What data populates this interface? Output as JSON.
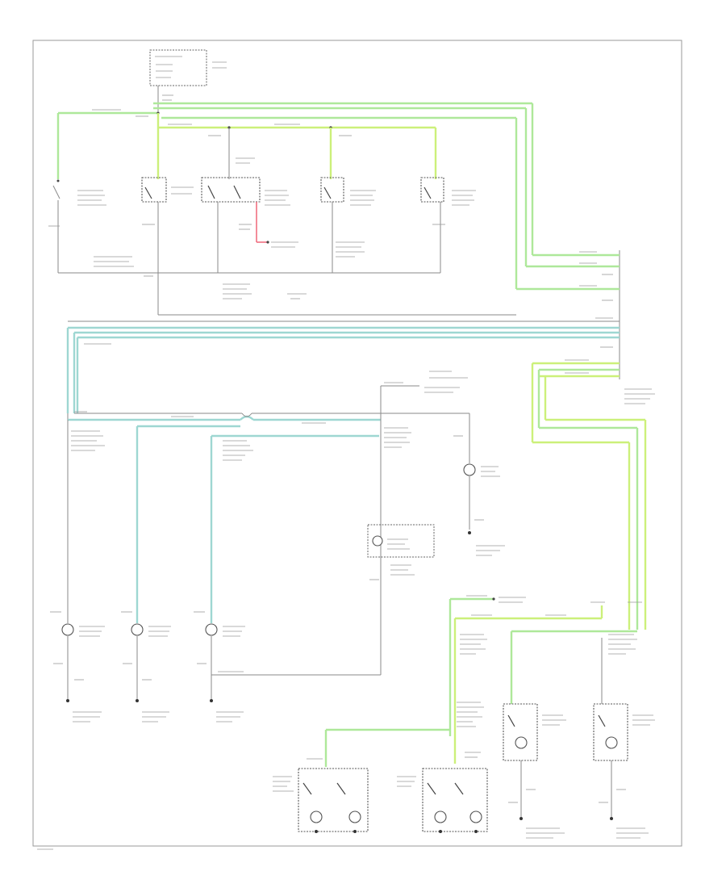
{
  "diagram": {
    "page_ref": "",
    "theme_colors": {
      "ltgreen_wire": "#aee89a",
      "ltgreen_yellow_wire": "#ccf07a",
      "ltblue_wire": "#9ed7d2",
      "red_wire": "#f07080",
      "ground_wire": "#8a8a8a"
    },
    "components": [
      "hot-at-all-times-fuse-block",
      "rh-front-door-switch",
      "rh-rear-door-switch",
      "driver-door-switch",
      "liftgate-switch",
      "lh-rear-door-switch",
      "lh-front-door-switch",
      "cargo-lamp",
      "dome-lamp",
      "courtesy-lamp",
      "map-lamp-left",
      "map-lamp-right",
      "courtesy-lamp-front-left",
      "courtesy-lamp-front-right",
      "reading-lamp-rear",
      "reading-lamp-front"
    ]
  }
}
